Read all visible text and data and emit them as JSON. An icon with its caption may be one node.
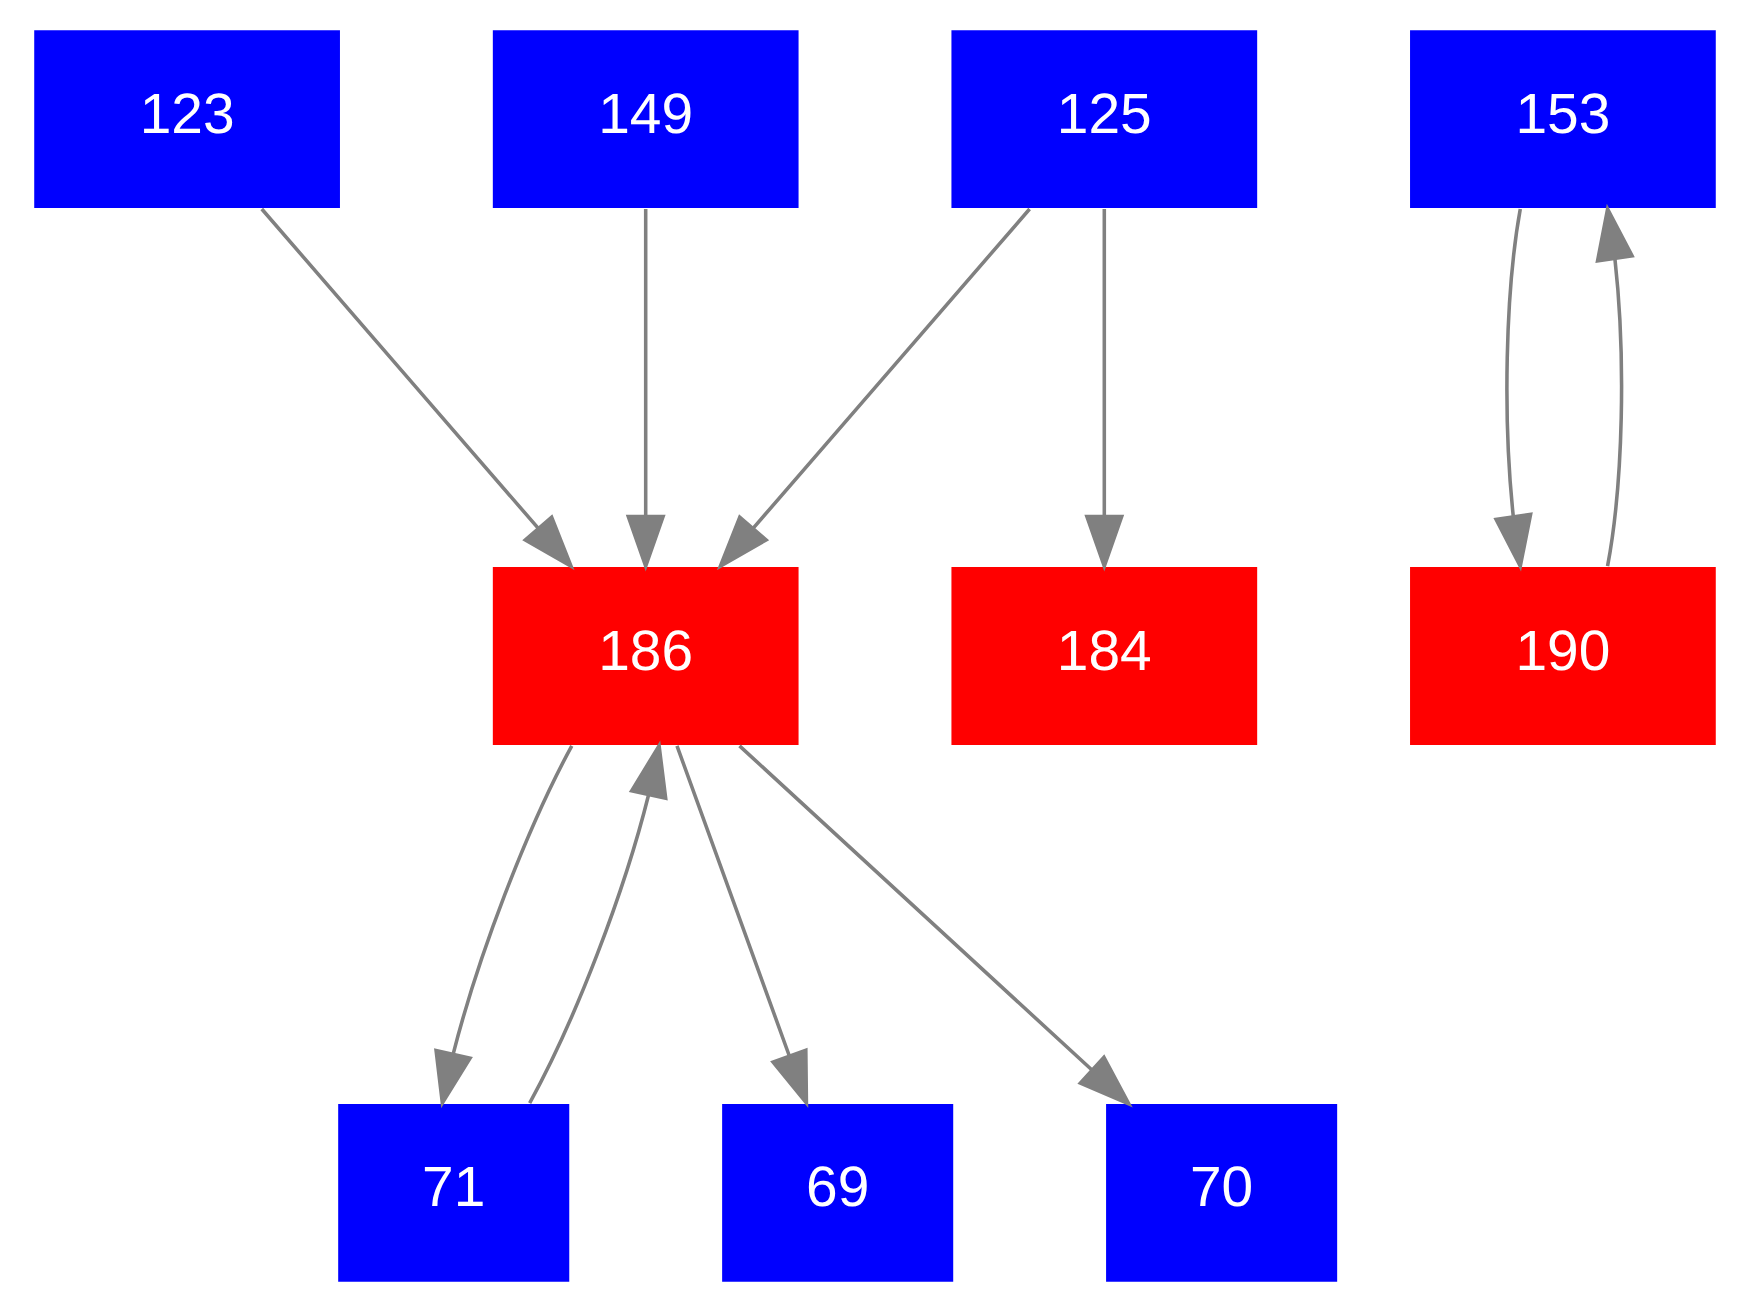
{
  "diagram": {
    "nodes": [
      {
        "text": [
          "123"
        ]
      },
      {
        "text": [
          "149"
        ]
      },
      {
        "text": [
          "125"
        ]
      },
      {
        "text": [
          "153"
        ]
      },
      {
        "text": [
          "186"
        ]
      },
      {
        "text": [
          "184"
        ]
      },
      {
        "text": [
          "190"
        ]
      },
      {
        "text": [
          "71"
        ]
      },
      {
        "text": [
          "69"
        ]
      },
      {
        "text": [
          "70"
        ]
      }
    ],
    "edges": [
      {
        "from": 0,
        "to": 4,
        "arrow": "to"
      },
      {
        "from": 1,
        "to": 4,
        "arrow": "to"
      },
      {
        "from": 2,
        "to": 4,
        "arrow": "to"
      },
      {
        "from": 2,
        "to": 5,
        "arrow": "to"
      },
      {
        "from": 3,
        "to": 6,
        "arrow": "to"
      },
      {
        "from": 6,
        "to": 3,
        "arrow": "to"
      },
      {
        "from": 4,
        "to": 7,
        "arrow": "to"
      },
      {
        "from": 7,
        "to": 4,
        "arrow": "to"
      },
      {
        "from": 4,
        "to": 8,
        "arrow": "to"
      },
      {
        "from": 4,
        "to": 9,
        "arrow": "to"
      }
    ]
  }
}
